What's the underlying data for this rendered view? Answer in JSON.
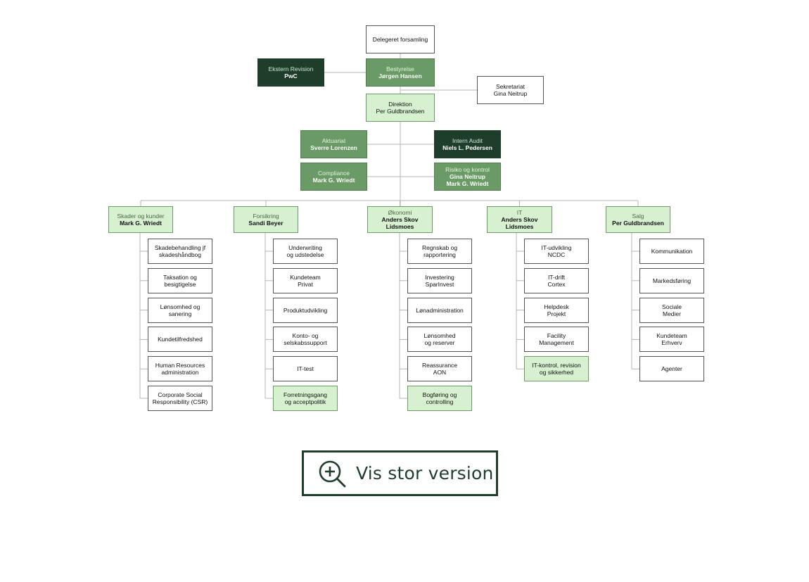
{
  "colors": {
    "dark": "#1f3d2b",
    "mid": "#6a9a66",
    "light": "#d7f0cf",
    "line": "#b5b5b5"
  },
  "top": {
    "assembly": {
      "title": "Delegeret forsamling"
    },
    "board": {
      "title": "Bestyrelse",
      "name": "Jørgen Hansen"
    },
    "audit_ext": {
      "title": "Ekstern Revision",
      "name": "PwC"
    },
    "secretariat": {
      "title": "Sekretariat",
      "name": "Gina Neitrup"
    },
    "direction": {
      "title": "Direktion",
      "name": "Per Guldbrandsen"
    }
  },
  "staff": {
    "actuary": {
      "title": "Aktuariat",
      "name": "Sverre Lorenzen"
    },
    "internal_audit": {
      "title": "Intern Audit",
      "name": "Niels L. Pedersen"
    },
    "compliance": {
      "title": "Compliance",
      "name": "Mark G. Wriedt"
    },
    "risk": {
      "title": "Risiko og kontrol",
      "name": "Gina Neitrup\nMark G. Wriedt"
    }
  },
  "departments": [
    {
      "title": "Skader og kunder",
      "name": "Mark G. Wriedt",
      "units": [
        {
          "label": "Skadebehandling jf\nskadeshåndbog"
        },
        {
          "label": "Taksation og\nbesigtigelse"
        },
        {
          "label": "Lønsomhed og\nsanering"
        },
        {
          "label": "Kundetilfredshed"
        },
        {
          "label": "Human Resources\nadministration"
        },
        {
          "label": "Corporate Social\nResponsibility (CSR)"
        }
      ]
    },
    {
      "title": "Forsikring",
      "name": "Sandi Beyer",
      "units": [
        {
          "label": "Underwriting\nog udstedelse"
        },
        {
          "label": "Kundeteam\nPrivat"
        },
        {
          "label": "Produktudvikling"
        },
        {
          "label": "Konto- og\nselskabssupport"
        },
        {
          "label": "IT-test"
        },
        {
          "label": "Forretningsgang\nog acceptpolitik",
          "highlight": true
        }
      ]
    },
    {
      "title": "Økonomi",
      "name": "Anders Skov Lidsmoes",
      "units": [
        {
          "label": "Regnskab og\nrapportering"
        },
        {
          "label": "Investering\nSparInvest"
        },
        {
          "label": "Lønadministration"
        },
        {
          "label": "Lønsomhed\nog reserver"
        },
        {
          "label": "Reassurance\nAON"
        },
        {
          "label": "Bogføring og\ncontrolling",
          "highlight": true
        }
      ]
    },
    {
      "title": "IT",
      "name": "Anders Skov Lidsmoes",
      "units": [
        {
          "label": "IT-udvikling\nNCDC"
        },
        {
          "label": "IT-drift\nCortex"
        },
        {
          "label": "Helpdesk\nProjekt"
        },
        {
          "label": "Facility\nManagement"
        },
        {
          "label": "IT-kontrol, revision\nog sikkerhed",
          "highlight": true
        }
      ]
    },
    {
      "title": "Salg",
      "name": "Per Guldbrandsen",
      "units": [
        {
          "label": "Kommunikation"
        },
        {
          "label": "Markedsføring"
        },
        {
          "label": "Sociale\nMedier"
        },
        {
          "label": "Kundeteam\nErhverv"
        },
        {
          "label": "Agenter"
        }
      ]
    }
  ],
  "zoom": {
    "label": "Vis stor version",
    "icon": "zoom-in-icon"
  }
}
